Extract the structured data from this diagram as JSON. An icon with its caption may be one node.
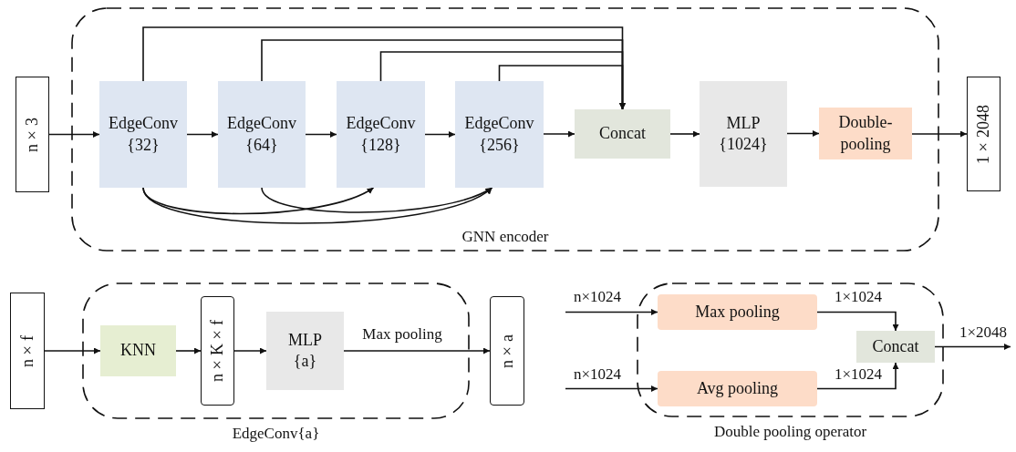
{
  "diagram": {
    "nodes": [
      {
        "text": [
          "GNN encoder"
        ]
      },
      {
        "text": [
          "n×3"
        ]
      },
      {
        "text": [
          "EdgeConv {32}"
        ],
        "in": 0
      },
      {
        "text": [
          "EdgeConv {64}"
        ],
        "in": 0
      },
      {
        "text": [
          "EdgeConv {128}"
        ],
        "in": 0
      },
      {
        "text": [
          "EdgeConv {256}"
        ],
        "in": 0
      },
      {
        "text": [
          "Concat"
        ],
        "in": 0
      },
      {
        "text": [
          "MLP {1024}"
        ],
        "in": 0
      },
      {
        "text": [
          "Double-pooling"
        ],
        "in": 0
      },
      {
        "text": [
          "1×2048"
        ]
      },
      {
        "text": [
          "n×f"
        ]
      },
      {
        "text": [
          "EdgeConv{a}"
        ]
      },
      {
        "text": [
          "KNN"
        ],
        "in": 11
      },
      {
        "text": [
          "n×K×f"
        ],
        "in": 11
      },
      {
        "text": [
          "MLP {a}"
        ],
        "in": 11
      },
      {
        "text": [
          "n×a"
        ]
      },
      {
        "text": [
          "Double pooling operator"
        ]
      },
      {
        "text": [
          "Max pooling"
        ],
        "in": 16
      },
      {
        "text": [
          "Avg pooling"
        ],
        "in": 16
      },
      {
        "text": [
          "Concat"
        ],
        "in": 16
      }
    ],
    "edges": [
      {
        "from": 1,
        "to": 2,
        "arrow": "to"
      },
      {
        "from": 2,
        "to": 3,
        "arrow": "to"
      },
      {
        "from": 3,
        "to": 4,
        "arrow": "to"
      },
      {
        "from": 4,
        "to": 5,
        "arrow": "to"
      },
      {
        "from": 5,
        "to": 6,
        "arrow": "to"
      },
      {
        "from": 6,
        "to": 7,
        "arrow": "to"
      },
      {
        "from": 7,
        "to": 8,
        "arrow": "to"
      },
      {
        "from": 8,
        "to": 9,
        "arrow": "to"
      },
      {
        "from": 2,
        "to": 6,
        "arrow": "to"
      },
      {
        "from": 3,
        "to": 6,
        "arrow": "to"
      },
      {
        "from": 4,
        "to": 6,
        "arrow": "to"
      },
      {
        "from": 5,
        "to": 6,
        "arrow": "to"
      },
      {
        "from": 2,
        "to": 4,
        "arrow": "to"
      },
      {
        "from": 2,
        "to": 5,
        "arrow": "to"
      },
      {
        "from": 3,
        "to": 5,
        "arrow": "to"
      },
      {
        "from": 10,
        "to": 12,
        "arrow": "to"
      },
      {
        "from": 12,
        "to": 13,
        "arrow": "to"
      },
      {
        "from": 13,
        "to": 14,
        "arrow": "to"
      },
      {
        "from": 14,
        "to": 15,
        "arrow": "to",
        "label": "Max pooling"
      },
      {
        "from": null,
        "to": 17,
        "arrow": "to",
        "label": "n×1024"
      },
      {
        "from": null,
        "to": 18,
        "arrow": "to",
        "label": "n×1024"
      },
      {
        "from": 17,
        "to": 19,
        "arrow": "to",
        "label": "1×1024"
      },
      {
        "from": 18,
        "to": 19,
        "arrow": "to",
        "label": "1×1024"
      },
      {
        "from": 19,
        "to": null,
        "arrow": "to",
        "label": "1×2048"
      }
    ]
  }
}
